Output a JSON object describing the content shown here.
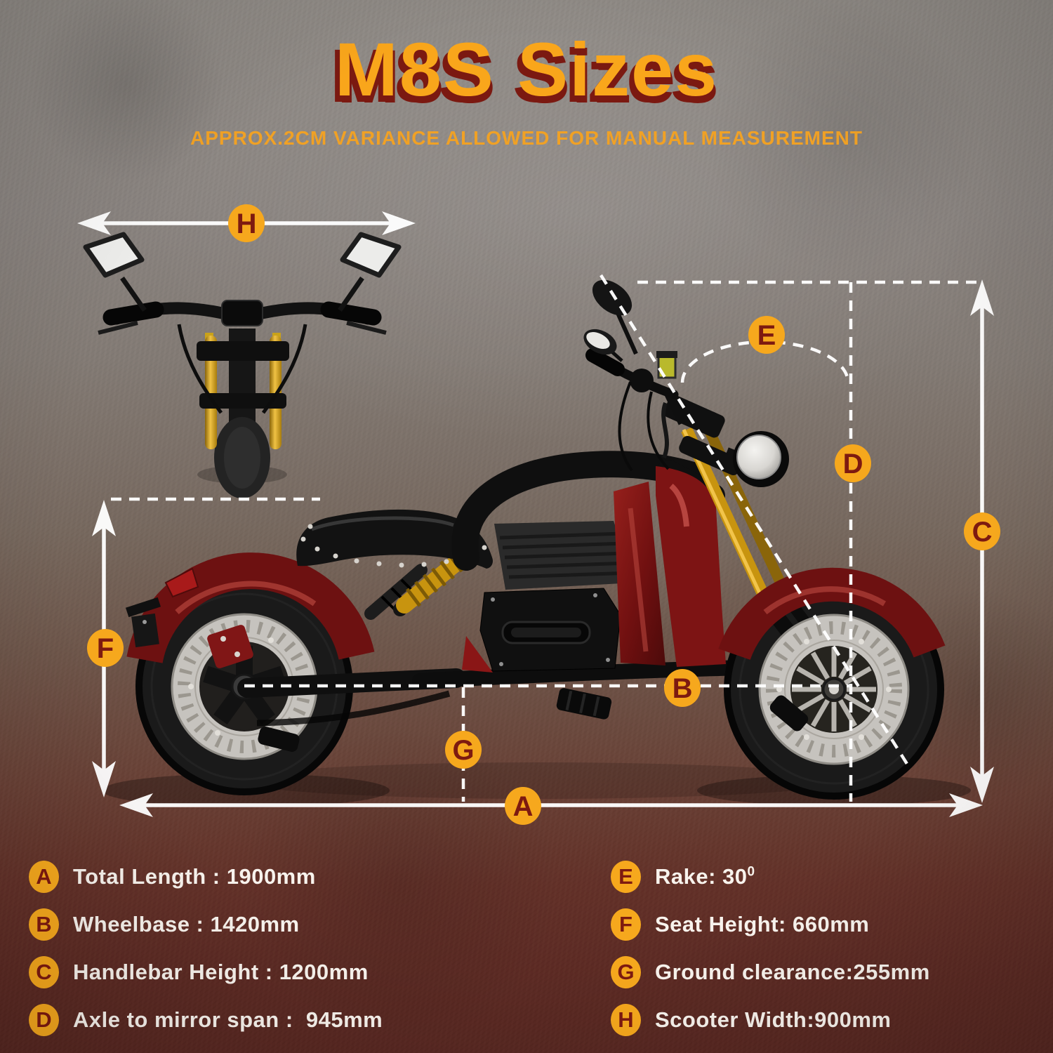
{
  "header": {
    "title": "M8S Sizes",
    "subtitle": "APPROX.2CM VARIANCE ALLOWED FOR MANUAL MEASUREMENT"
  },
  "diagram": {
    "badges": [
      {
        "letter": "A"
      },
      {
        "letter": "B"
      },
      {
        "letter": "C"
      },
      {
        "letter": "D"
      },
      {
        "letter": "E"
      },
      {
        "letter": "F"
      },
      {
        "letter": "G"
      },
      {
        "letter": "H"
      }
    ]
  },
  "legend": {
    "left": [
      {
        "key": "A",
        "label": "Total Length : 1900mm"
      },
      {
        "key": "B",
        "label": "Wheelbase : 1420mm"
      },
      {
        "key": "C",
        "label": "Handlebar Height : 1200mm"
      },
      {
        "key": "D",
        "label": "Axle to mirror span :  945mm"
      }
    ],
    "right": [
      {
        "key": "E",
        "label": "Rake: 30",
        "sup": "0"
      },
      {
        "key": "F",
        "label": "Seat Height: 660mm"
      },
      {
        "key": "G",
        "label": "Ground clearance:255mm"
      },
      {
        "key": "H",
        "label": "Scooter Width:900mm"
      }
    ]
  },
  "colors": {
    "accent_gold": "#F6A81D",
    "badge_letter": "#7D1A10",
    "title_fill": "#F9A61B",
    "title_shadow": "#7B1911",
    "legend_text": "#F8F3ED",
    "dimension_lines": "#FFFFFF",
    "body_red": "#7D1414",
    "fork_gold": "#C8940F"
  }
}
